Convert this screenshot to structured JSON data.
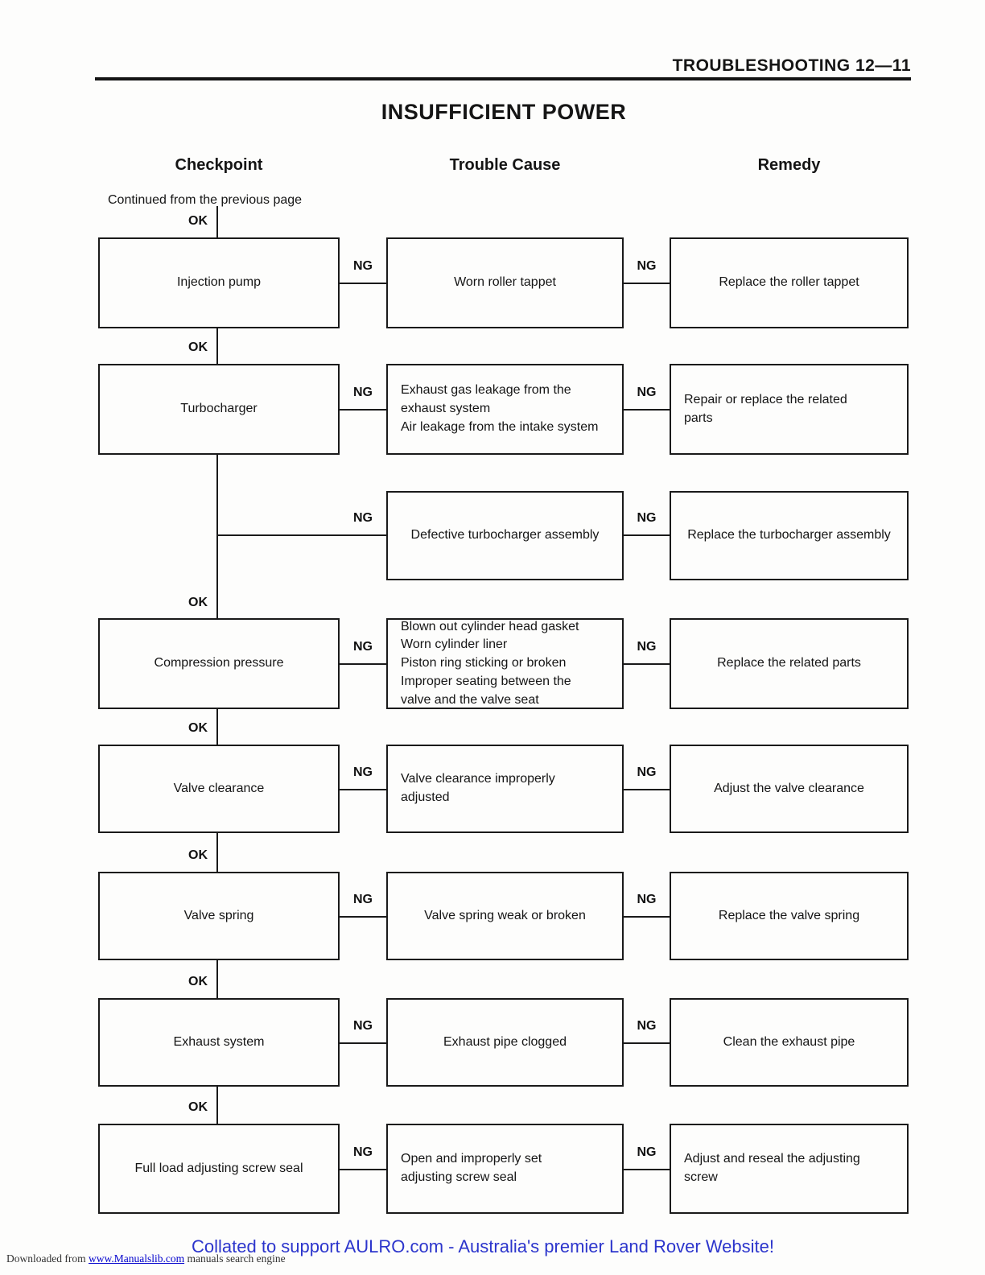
{
  "page": {
    "header": "TROUBLESHOOTING  12—11",
    "title": "INSUFFICIENT POWER",
    "ink_color": "#1a1a1a",
    "background_color": "#fdfdfc"
  },
  "columns": {
    "checkpoint": "Checkpoint",
    "trouble_cause": "Trouble Cause",
    "remedy": "Remedy"
  },
  "labels": {
    "continued": "Continued from the previous page",
    "ok": "OK",
    "ng": "NG"
  },
  "flow": {
    "rows": [
      {
        "checkpoint": "Injection pump",
        "trouble": "Worn roller tappet",
        "remedy": "Replace the roller tappet"
      },
      {
        "checkpoint": "Turbocharger",
        "trouble": "Exhaust gas leakage from the\nexhaust system\nAir leakage from the intake system",
        "remedy": "Repair or replace the related\nparts"
      },
      {
        "checkpoint": null,
        "trouble": "Defective turbocharger assembly",
        "remedy": "Replace the turbocharger assembly"
      },
      {
        "checkpoint": "Compression pressure",
        "trouble": "Blown out cylinder head gasket\nWorn cylinder liner\nPiston ring sticking or broken\nImproper seating between the\nvalve and the valve seat",
        "remedy": "Replace the related parts"
      },
      {
        "checkpoint": "Valve clearance",
        "trouble": "Valve clearance improperly\nadjusted",
        "remedy": "Adjust the valve clearance"
      },
      {
        "checkpoint": "Valve spring",
        "trouble": "Valve spring weak or broken",
        "remedy": "Replace the valve spring"
      },
      {
        "checkpoint": "Exhaust system",
        "trouble": "Exhaust pipe clogged",
        "remedy": "Clean the exhaust pipe"
      },
      {
        "checkpoint": "Full load adjusting screw seal",
        "trouble": "Open and improperly set\nadjusting screw seal",
        "remedy": "Adjust and reseal the adjusting\nscrew"
      }
    ]
  },
  "footer": {
    "downloaded_prefix": "Downloaded from ",
    "downloaded_link": "www.Manualslib.com",
    "downloaded_suffix": " manuals search engine",
    "collated": "Collated to support AULRO.com - Australia's premier Land Rover Website!",
    "collated_color": "#2c35cc",
    "link_color": "#0000cc"
  }
}
